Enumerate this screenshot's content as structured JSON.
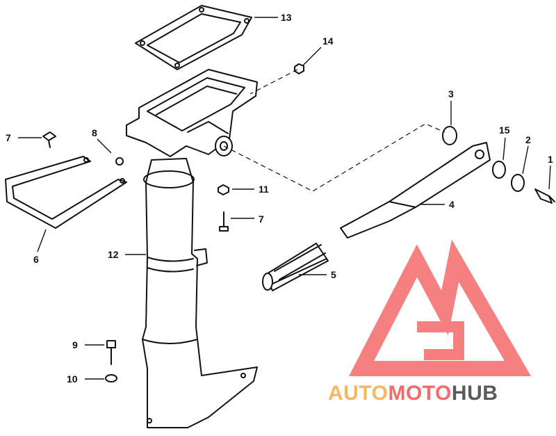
{
  "callouts": {
    "c1": "1",
    "c2": "2",
    "c3": "3",
    "c4": "4",
    "c5": "5",
    "c6": "6",
    "c7a": "7",
    "c7b": "7",
    "c8": "8",
    "c9": "9",
    "c10": "10",
    "c11": "11",
    "c12": "12",
    "c13": "13",
    "c14": "14",
    "c15": "15"
  },
  "watermark": {
    "part1": "AUTO",
    "part2": "MOTO",
    "part3": "HUB",
    "color_light": "#f6b760",
    "color_main": "#f46b6b",
    "color_dark": "#5a5a5a"
  }
}
